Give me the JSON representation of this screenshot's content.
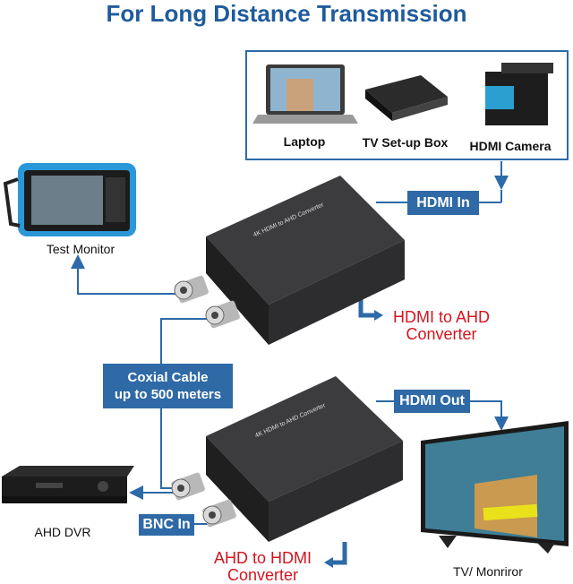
{
  "title": "For Long Distance Transmission",
  "sources": {
    "laptop": "Laptop",
    "tv_box": "TV Set-up Box",
    "camera": "HDMI Camera"
  },
  "tags": {
    "hdmi_in": "HDMI In",
    "hdmi_out": "HDMI Out",
    "coax_line1": "Coxial Cable",
    "coax_line2": "up to 500 meters",
    "bnc_in": "BNC In"
  },
  "devices": {
    "test_monitor": "Test Monitor",
    "ahd_dvr": "AHD DVR",
    "tv_monitor": "TV/ Monriror"
  },
  "converters": {
    "top_line1": "HDMI to AHD",
    "top_line2": "Converter",
    "bottom_line1": "AHD to HDMI",
    "bottom_line2": "Converter",
    "box_label": "4K HDMI to AHD Converter"
  },
  "colors": {
    "title": "#1f5b9c",
    "tag_bg": "#2f6aa6",
    "line": "#2c6aa8",
    "red_text": "#d4141e"
  }
}
